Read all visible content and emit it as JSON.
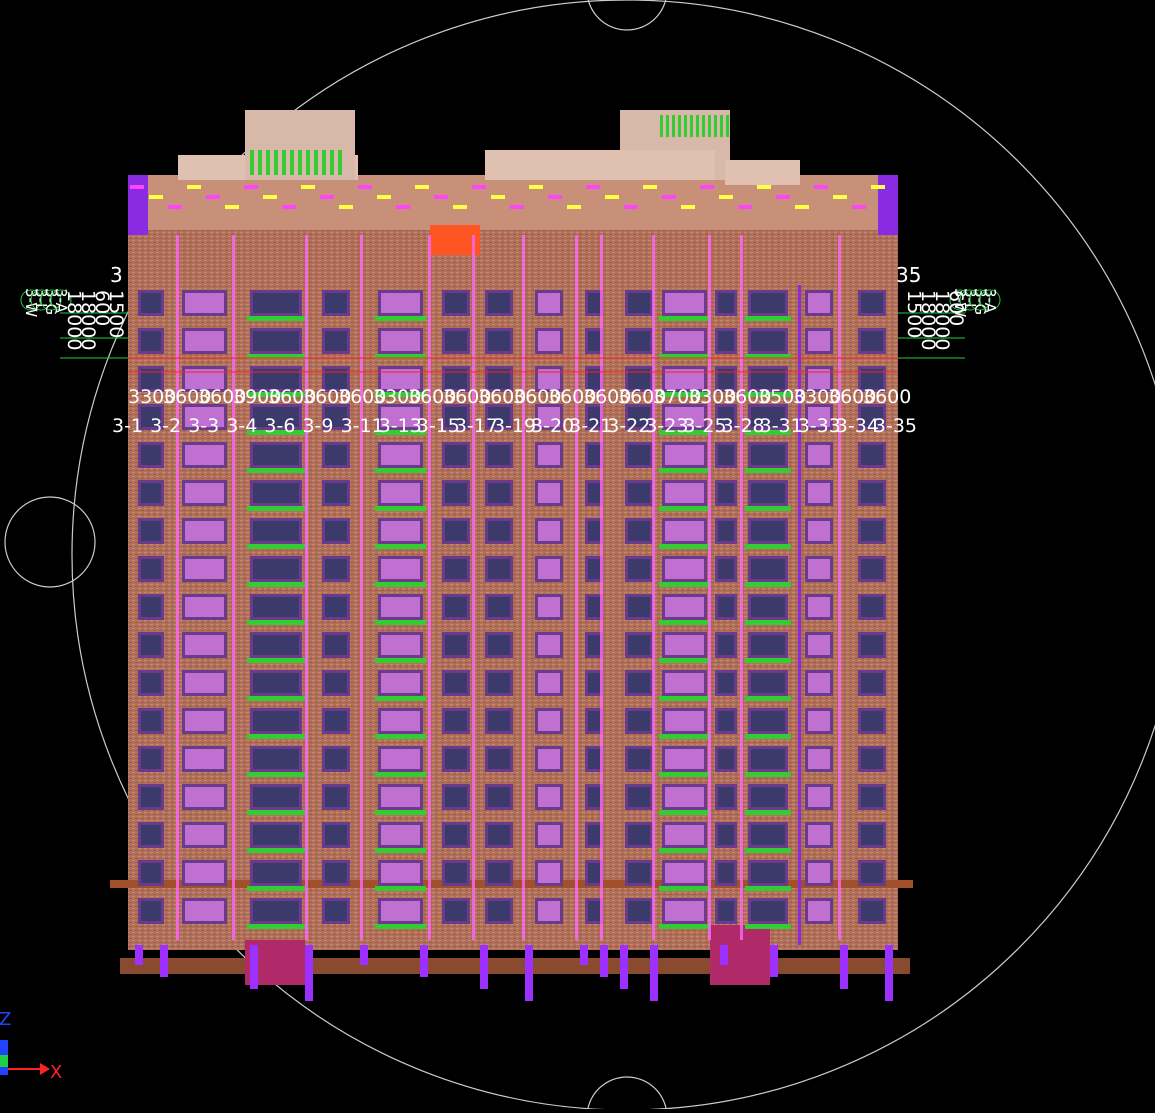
{
  "view": {
    "name": "3D elevation view (CAD)",
    "background": "#000000",
    "colors": {
      "brick": "#b8735a",
      "window_frame": "#6a3b8c",
      "window_glass": "#3c3a6a",
      "balcony": "#33cc33",
      "accent_magenta": "#ff44ff",
      "accent_yellow": "#ffff44",
      "accent_purple": "#8a2be2",
      "grid_line": "#ffffff",
      "axis_bubble": "#22cc44",
      "circle": "#cccccc"
    }
  },
  "grid_labels_top": [
    "3300",
    "3600",
    "3600",
    "3900",
    "3600",
    "3600",
    "3600",
    "3300",
    "3600",
    "3600",
    "3600",
    "3600",
    "3600",
    "3600",
    "3600",
    "3700",
    "3300",
    "3600",
    "3500",
    "3300",
    "3600",
    "3600"
  ],
  "grid_labels_bottom": [
    "3-1",
    "3-2",
    "3-3",
    "3-4",
    "3-6",
    "3-9",
    "3-11",
    "3-13",
    "3-15",
    "3-17",
    "3-19",
    "3-20",
    "3-21",
    "3-22",
    "3-23",
    "3-25",
    "3-28",
    "3-31",
    "3-33",
    "3-34",
    "3-35"
  ],
  "left_axis_labels": [
    "3-W",
    "3-L",
    "3-G",
    "3-A"
  ],
  "right_axis_labels": [
    "3-W",
    "3-L",
    "3-G",
    "3-A"
  ],
  "left_dimension_labels": [
    "18000",
    "18000",
    "600",
    "1500"
  ],
  "right_dimension_labels": [
    "1500",
    "18000",
    "18000",
    "600"
  ],
  "corner_labels": {
    "top_left": "3",
    "top_right": "35"
  },
  "axes": {
    "x": "X",
    "z": "Z"
  }
}
